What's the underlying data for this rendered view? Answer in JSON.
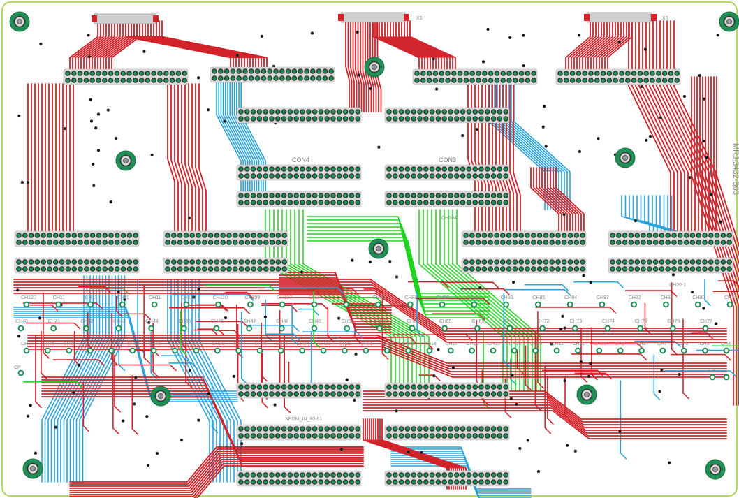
{
  "board": {
    "outline_color": "#9acd32",
    "colors": {
      "trace_top": "#d2232a",
      "trace_bottom": "#29a3dc",
      "trace_inner": "#1ed41e",
      "pad_fill": "#1f8f55",
      "pad_ring": "#2c2c2c",
      "silkscreen": "#8a8a8a",
      "header_body": "#d8d8d8"
    },
    "connectors": {
      "x5": "X5",
      "x6": "X6"
    },
    "labels": {
      "con3": "CON3",
      "con4": "CON4",
      "ch604": "CH604",
      "ch20_1": "CH20-1",
      "cp2": "CP2",
      "cp": "CP",
      "xpgm_in": "XPGM_IN_80-61",
      "side_text": "MRJ-3432-B03"
    },
    "channel_row_1": [
      "CH120",
      "CH11",
      "CH11",
      "CH11",
      "CH11",
      "CH111",
      "CH110",
      "CH109",
      "CH107",
      "CH37",
      "CH91",
      "CH90",
      "CH89",
      "CH88",
      "CH87",
      "CH86",
      "CH85",
      "CH84",
      "CH83",
      "CH82",
      "CH81",
      "CH80",
      "CH79"
    ],
    "channel_row_2": [
      "CH40",
      "CH41",
      "CH42",
      "CH43",
      "CH44",
      "CH45",
      "CH46",
      "CH47",
      "CH48",
      "CH49",
      "CH50",
      "CH51",
      "CH62",
      "CH65",
      "CH68",
      "CH71",
      "CH72",
      "CH73",
      "CH74",
      "CH75",
      "CH76",
      "CH77"
    ],
    "channel_row_3": [
      "CH37",
      "CH36",
      "CH35",
      "CH34",
      "CH33",
      "CH32",
      "CH31",
      "CH30",
      "CH29",
      "CH28",
      "CH27",
      "CH26",
      "CH25",
      "CH24",
      "CH23",
      "CH22",
      "CH21",
      "CH20",
      "CH19",
      "CH18",
      "CH17",
      "CH16",
      "CH15",
      "CH14",
      "CH13",
      "CH12",
      "CH11",
      "CH10",
      "CH9",
      "CH8",
      "CH7",
      "CH6",
      "CH5",
      "CH4"
    ]
  }
}
